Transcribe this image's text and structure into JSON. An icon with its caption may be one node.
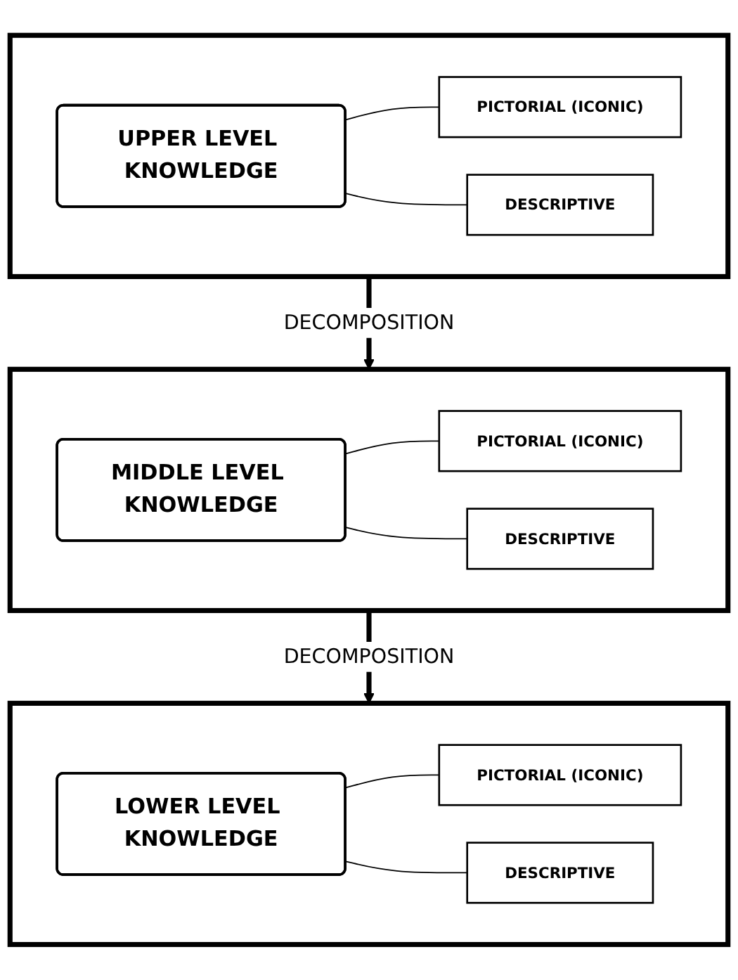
{
  "diagram": {
    "nodes": [
      {
        "text": [],
        "shape": "box"
      },
      {
        "text": [
          "UPPER LEVEL KNOWLEDGE"
        ],
        "in": 0
      },
      {
        "text": [
          "PICTORIAL (ICONIC)"
        ],
        "in": 0
      },
      {
        "text": [
          "DESCRIPTIVE"
        ],
        "in": 0
      },
      {
        "text": [],
        "shape": "box"
      },
      {
        "text": [
          "MIDDLE LEVEL KNOWLEDGE"
        ],
        "in": 4
      },
      {
        "text": [
          "PICTORIAL (ICONIC)"
        ],
        "in": 4
      },
      {
        "text": [
          "DESCRIPTIVE"
        ],
        "in": 4
      },
      {
        "text": [],
        "shape": "box"
      },
      {
        "text": [
          "LOWER LEVEL KNOWLEDGE"
        ],
        "in": 8
      },
      {
        "text": [
          "PICTORIAL (ICONIC)"
        ],
        "in": 8
      },
      {
        "text": [
          "DESCRIPTIVE"
        ],
        "in": 8
      }
    ],
    "edges": [
      {
        "from": 1,
        "to": 2,
        "arrow": "none"
      },
      {
        "from": 1,
        "to": 3,
        "arrow": "none"
      },
      {
        "from": 0,
        "to": 4,
        "arrow": "to",
        "label": "DECOMPOSITION",
        "style": "thick"
      },
      {
        "from": 5,
        "to": 6,
        "arrow": "none"
      },
      {
        "from": 5,
        "to": 7,
        "arrow": "none"
      },
      {
        "from": 4,
        "to": 8,
        "arrow": "to",
        "label": "DECOMPOSITION",
        "style": "thick"
      },
      {
        "from": 9,
        "to": 10,
        "arrow": "none"
      },
      {
        "from": 9,
        "to": 11,
        "arrow": "none"
      }
    ]
  }
}
